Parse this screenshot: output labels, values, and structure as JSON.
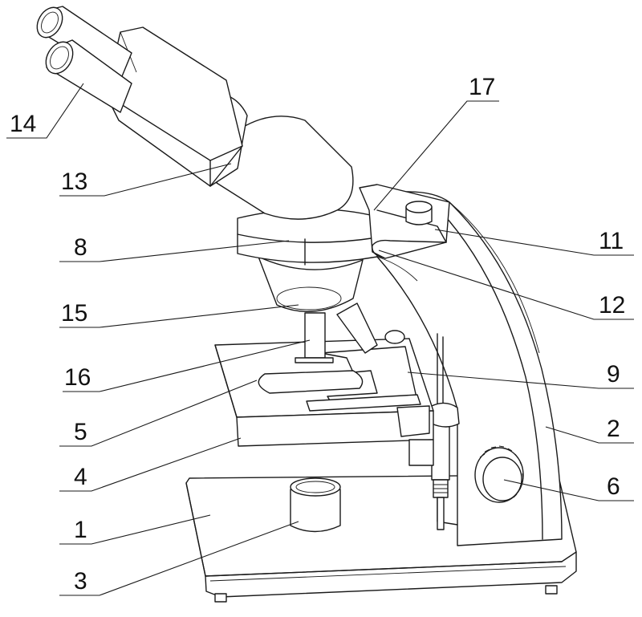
{
  "labels": {
    "l1": "1",
    "l2": "2",
    "l3": "3",
    "l4": "4",
    "l5": "5",
    "l6": "6",
    "l8": "8",
    "l9": "9",
    "l11": "11",
    "l12": "12",
    "l13": "13",
    "l14": "14",
    "l15": "15",
    "l16": "16",
    "l17": "17"
  }
}
